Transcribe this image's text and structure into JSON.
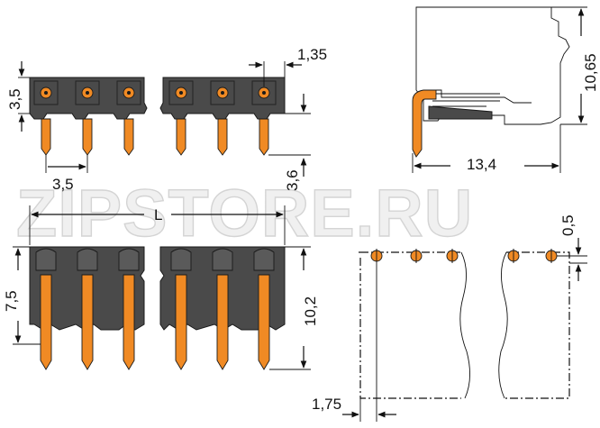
{
  "watermark": "ZIPSTORE.RU",
  "dimensions": {
    "pin_height_top": "3,5",
    "offset_right": "1,35",
    "pitch": "3,5",
    "overall_depth": "13,4",
    "height_side": "10,65",
    "pin_extension": "3,6",
    "length_label": "L",
    "clip_height": "7,5",
    "pin_length_front": "10,2",
    "edge_offset": "0,5",
    "edge_spacing": "1,75"
  },
  "colors": {
    "housing": "#4a4a4a",
    "pins": "#f08a24",
    "lines": "#111111"
  }
}
